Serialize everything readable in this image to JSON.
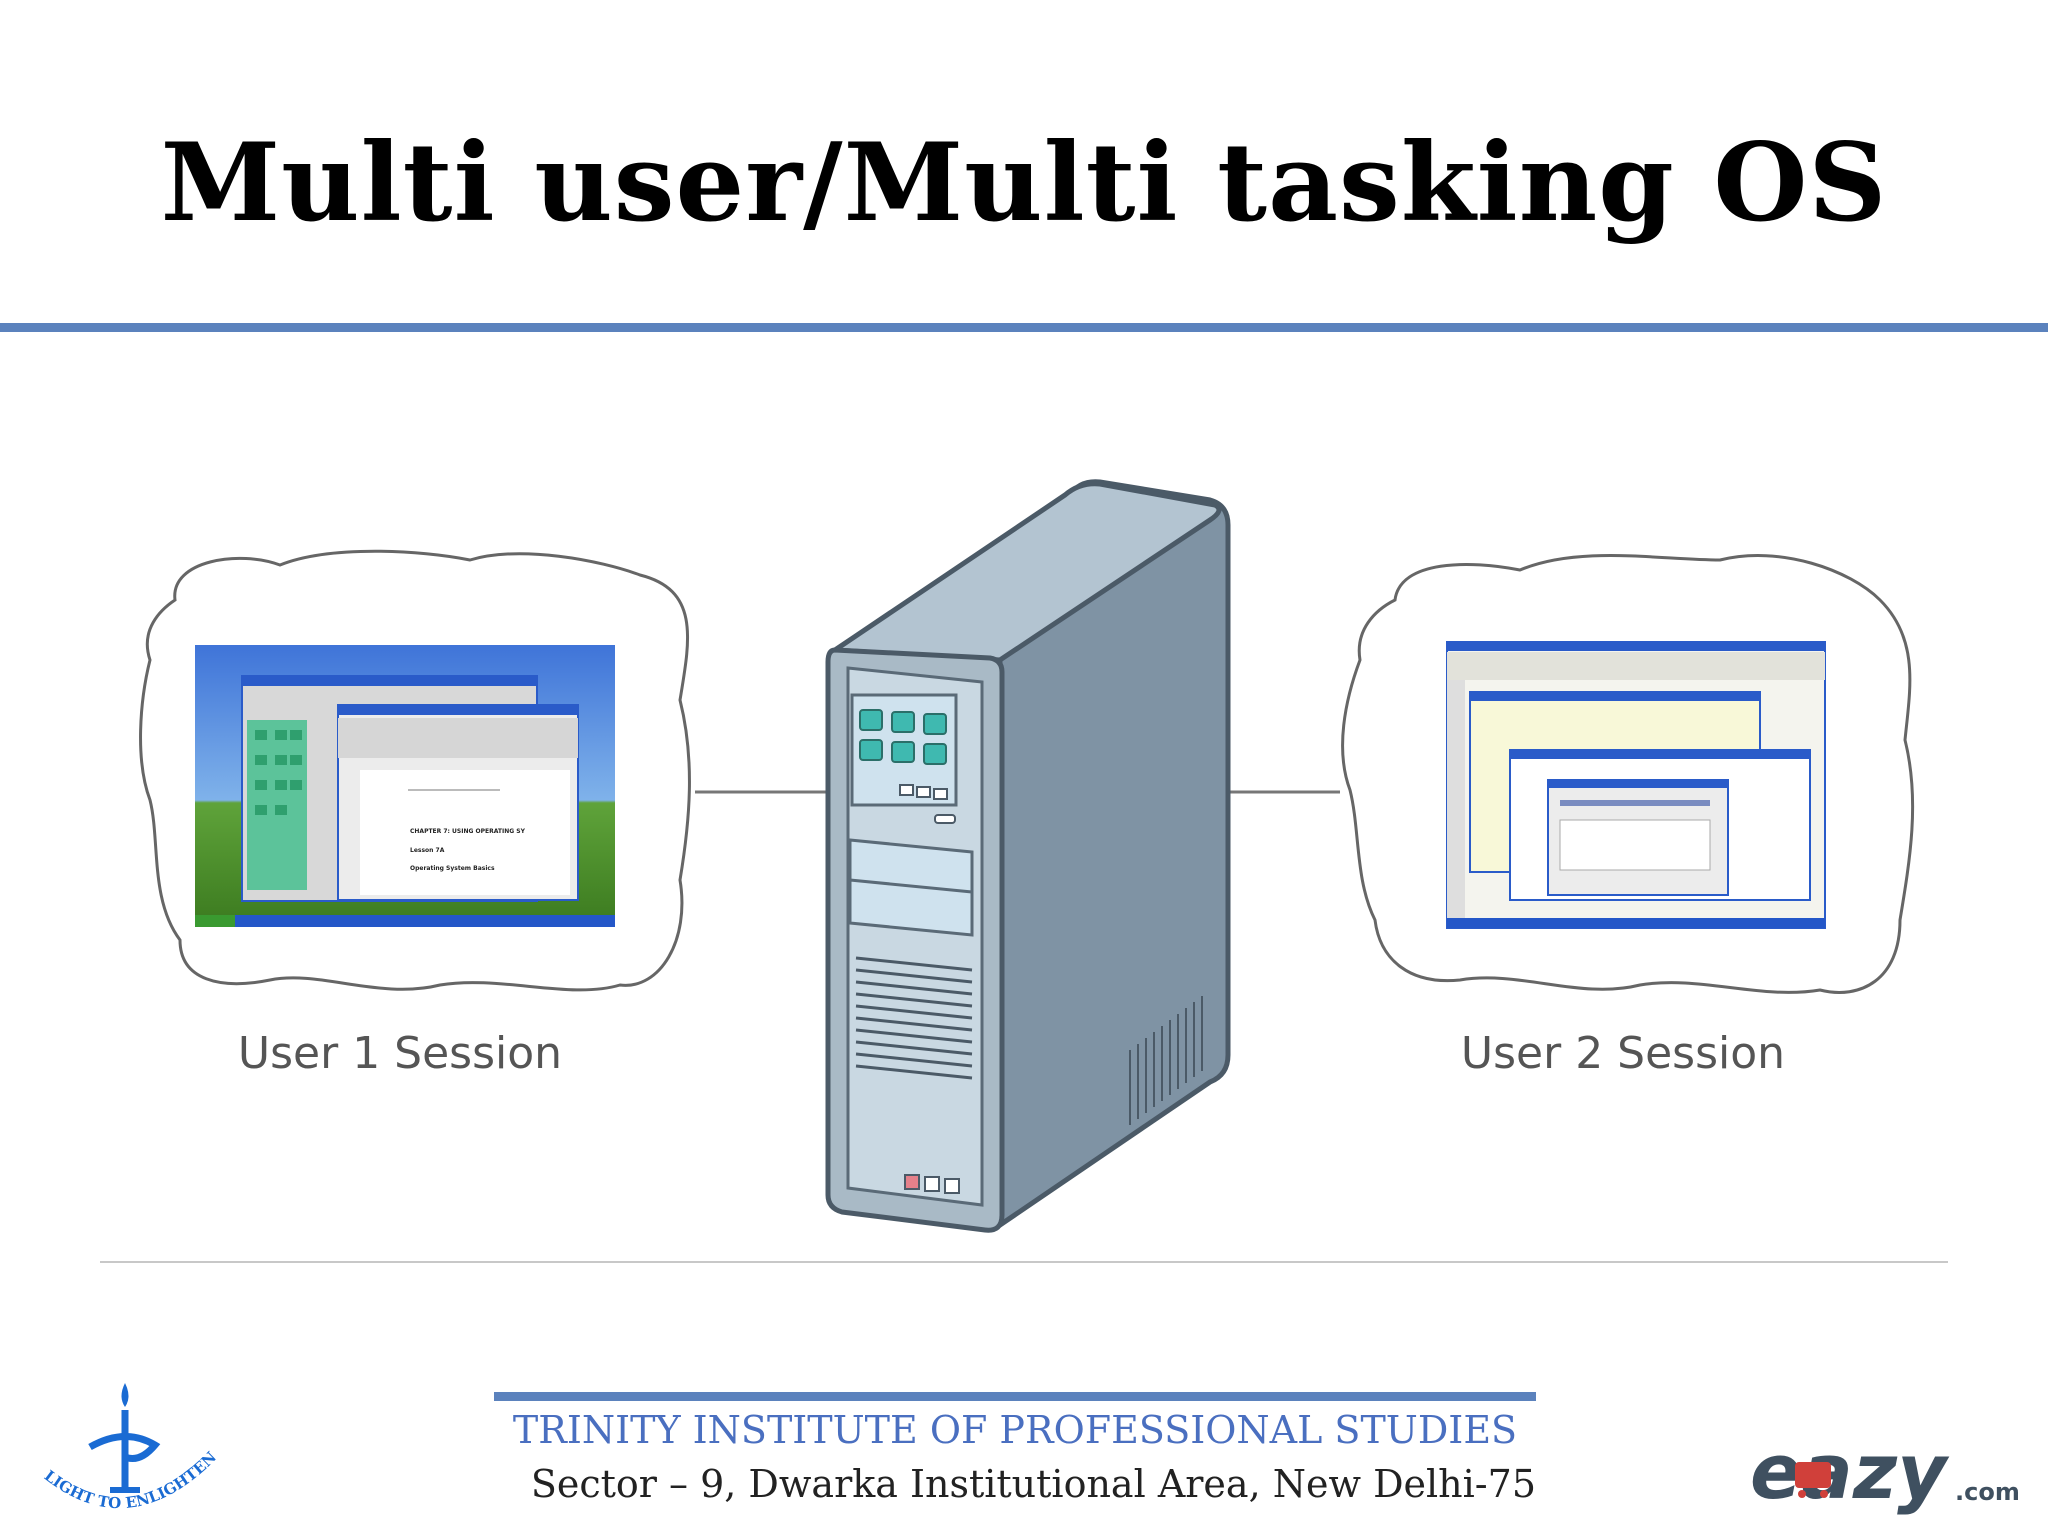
{
  "slide": {
    "title": "Multi user/Multi tasking OS"
  },
  "diagram": {
    "user1_label": "User 1 Session",
    "user2_label": "User 2 Session",
    "doc_line1": "CHAPTER 7: USING OPERATING SY",
    "doc_line2": "Lesson 7A",
    "doc_line3": "Operating System Basics"
  },
  "footer": {
    "institute": "TRINITY INSTITUTE OF PROFESSIONAL STUDIES",
    "address": "Sector – 9, Dwarka Institutional Area, New Delhi-75",
    "left_logo_text": "LIGHT TO ENLIGHTEN",
    "right_logo_text": "eazy",
    "right_logo_suffix": ".com"
  },
  "colors": {
    "accent_blue": "#5b82bd",
    "institute_blue": "#4a6fc0",
    "server_body": "#8d9fae",
    "server_panel": "#cfe2ee",
    "led_teal": "#3fb9b0",
    "logo_red": "#d0403a"
  }
}
